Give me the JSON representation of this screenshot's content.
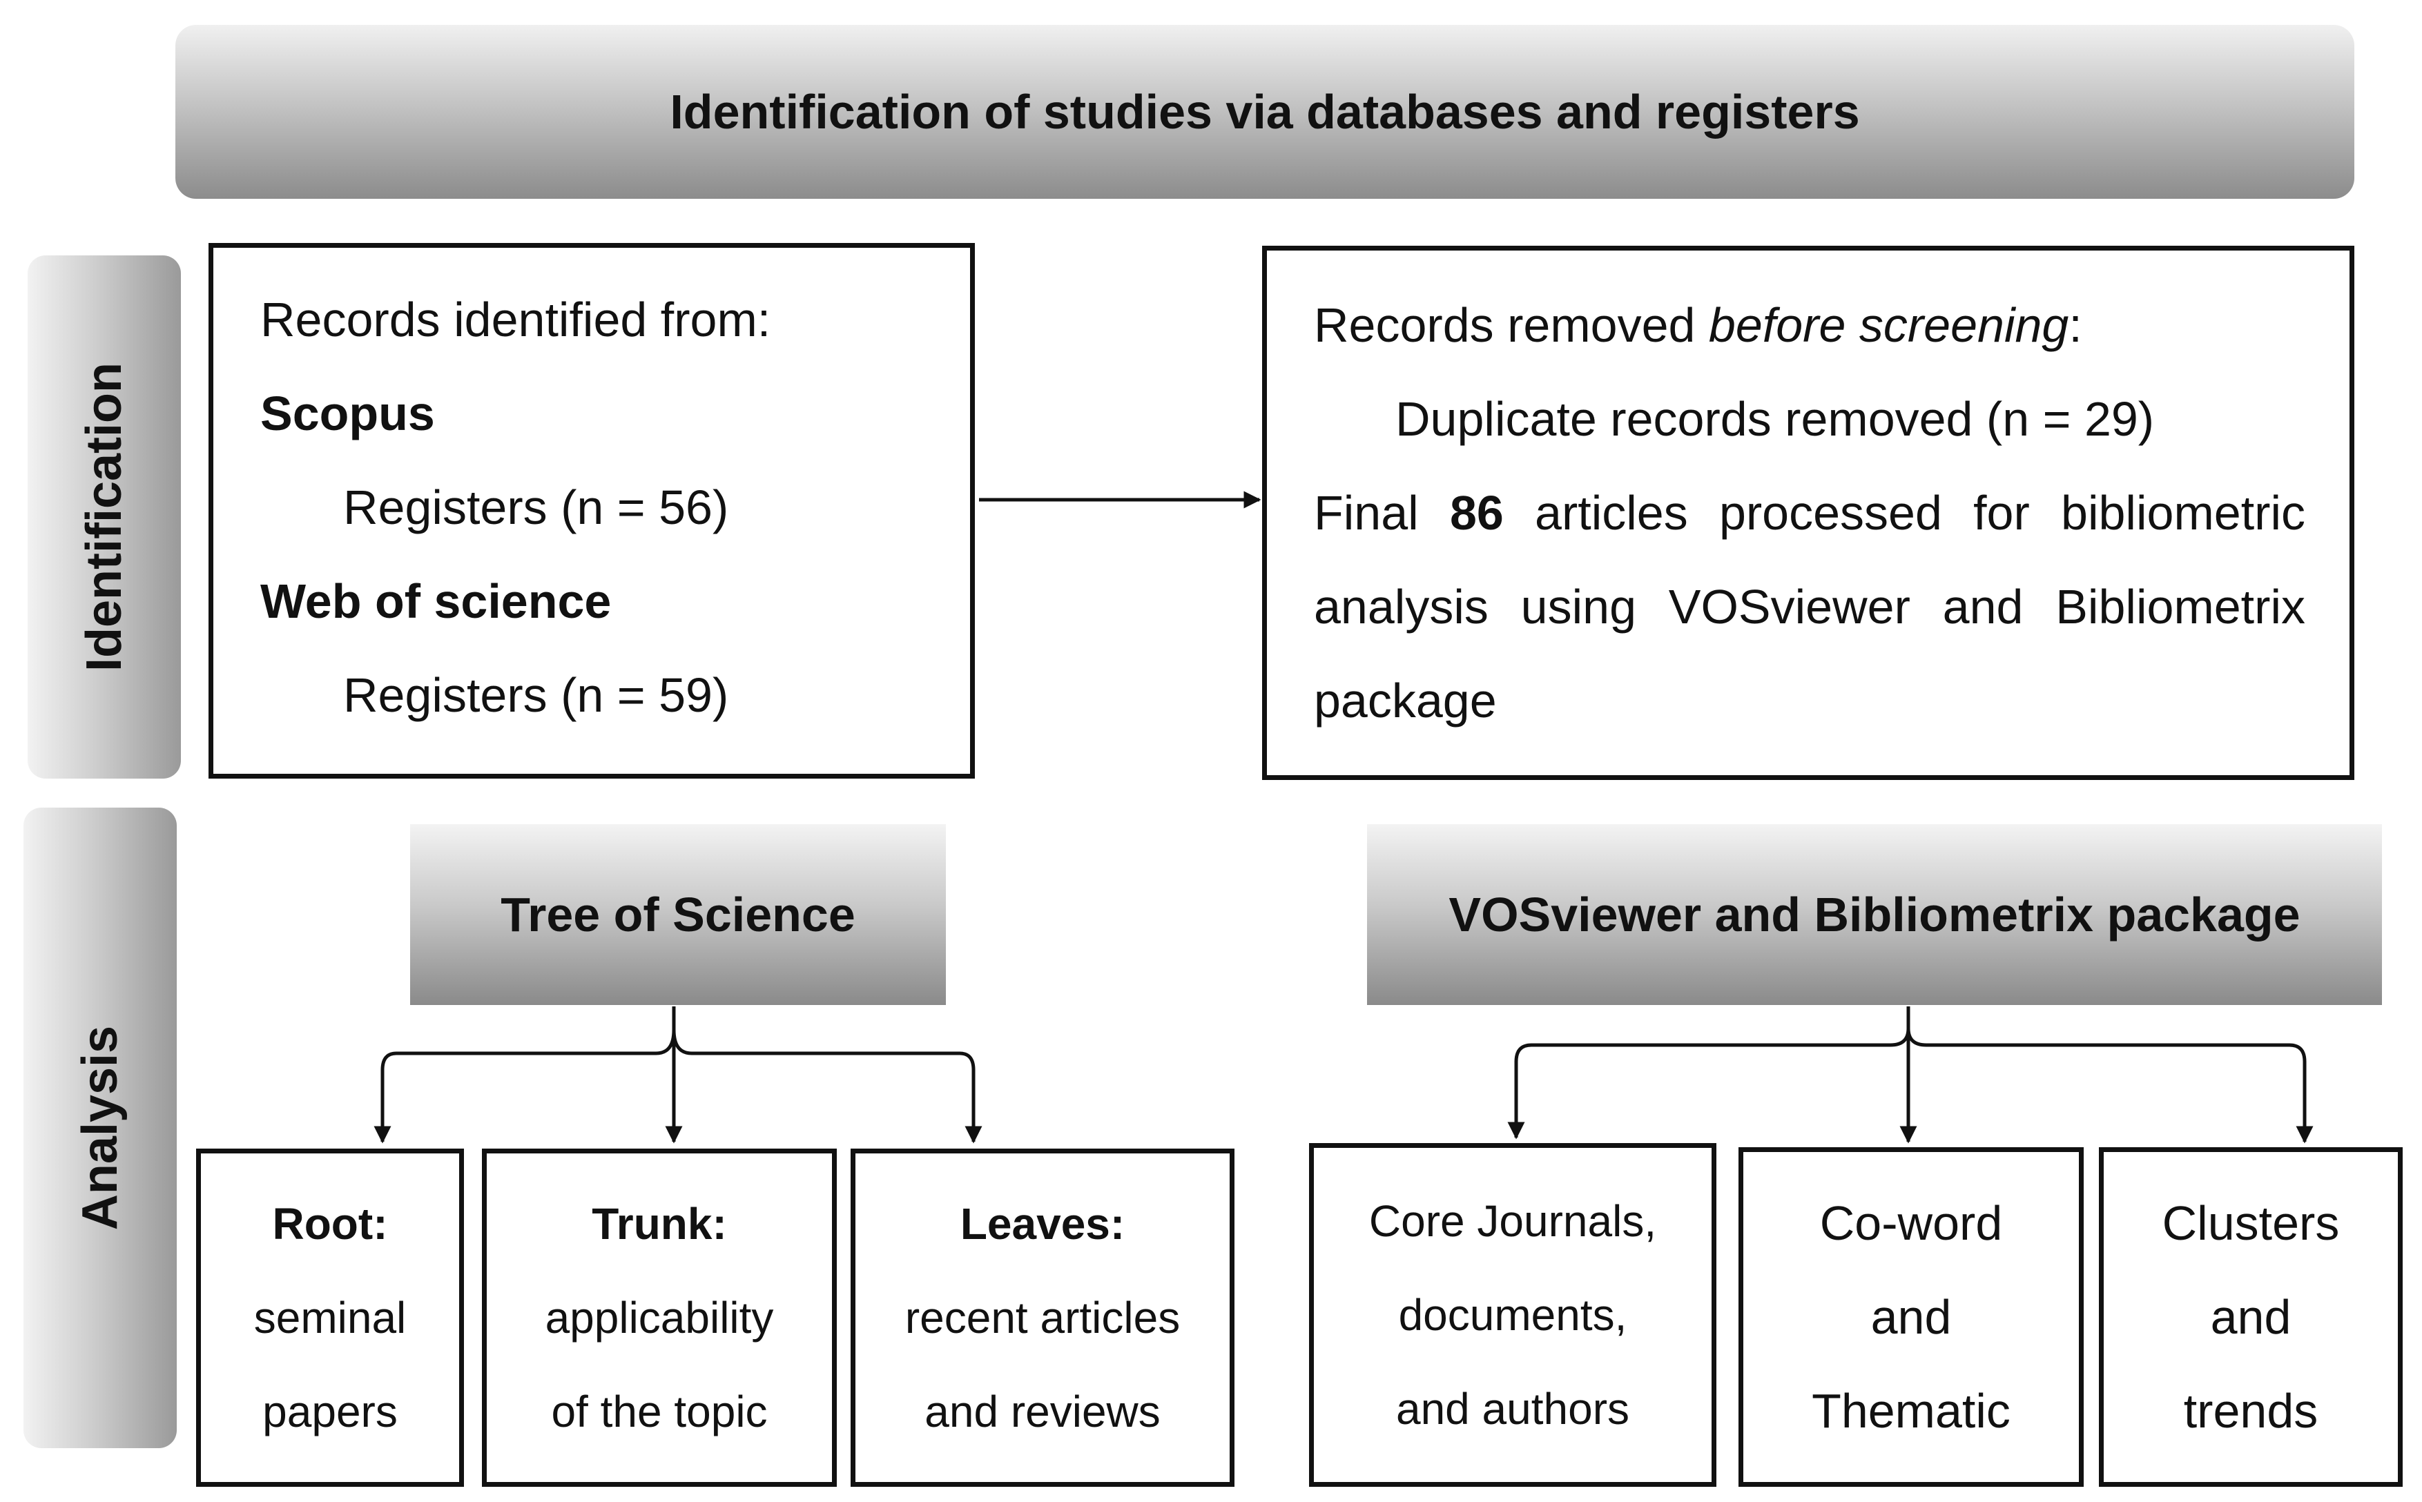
{
  "banner": {
    "title": "Identification of studies via databases and registers"
  },
  "side_labels": {
    "identification": "Identification",
    "analysis": "Analysis"
  },
  "records_identified": {
    "heading": "Records identified from:",
    "sources": [
      {
        "name": "Scopus",
        "detail": "Registers (n = 56)"
      },
      {
        "name": "Web of science",
        "detail": "Registers (n = 59)"
      }
    ]
  },
  "records_removed": {
    "heading_prefix": "Records removed ",
    "heading_italic": "before screening",
    "heading_suffix": ":",
    "duplicates": "Duplicate records removed (n = 29)",
    "final_prefix": "Final ",
    "final_count": "86",
    "final_line1_rest": " articles processed for bibliometric",
    "final_line2": "analysis using VOSviewer and Bibliometrix",
    "final_line3": "package"
  },
  "tree_of_science": {
    "title": "Tree of Science",
    "items": [
      {
        "label": "Root:",
        "line1": "seminal",
        "line2": "papers"
      },
      {
        "label": "Trunk:",
        "line1": "applicability",
        "line2": "of the topic"
      },
      {
        "label": "Leaves:",
        "line1": "recent articles",
        "line2": "and reviews"
      }
    ]
  },
  "vosviewer": {
    "title": "VOSviewer and Bibliometrix package",
    "items": [
      {
        "line1": "Core Journals,",
        "line2": "documents,",
        "line3": "and authors"
      },
      {
        "line1": "Co-word",
        "line2": "and",
        "line3": "Thematic"
      },
      {
        "line1": "Clusters",
        "line2": "and",
        "line3": "trends"
      }
    ]
  }
}
